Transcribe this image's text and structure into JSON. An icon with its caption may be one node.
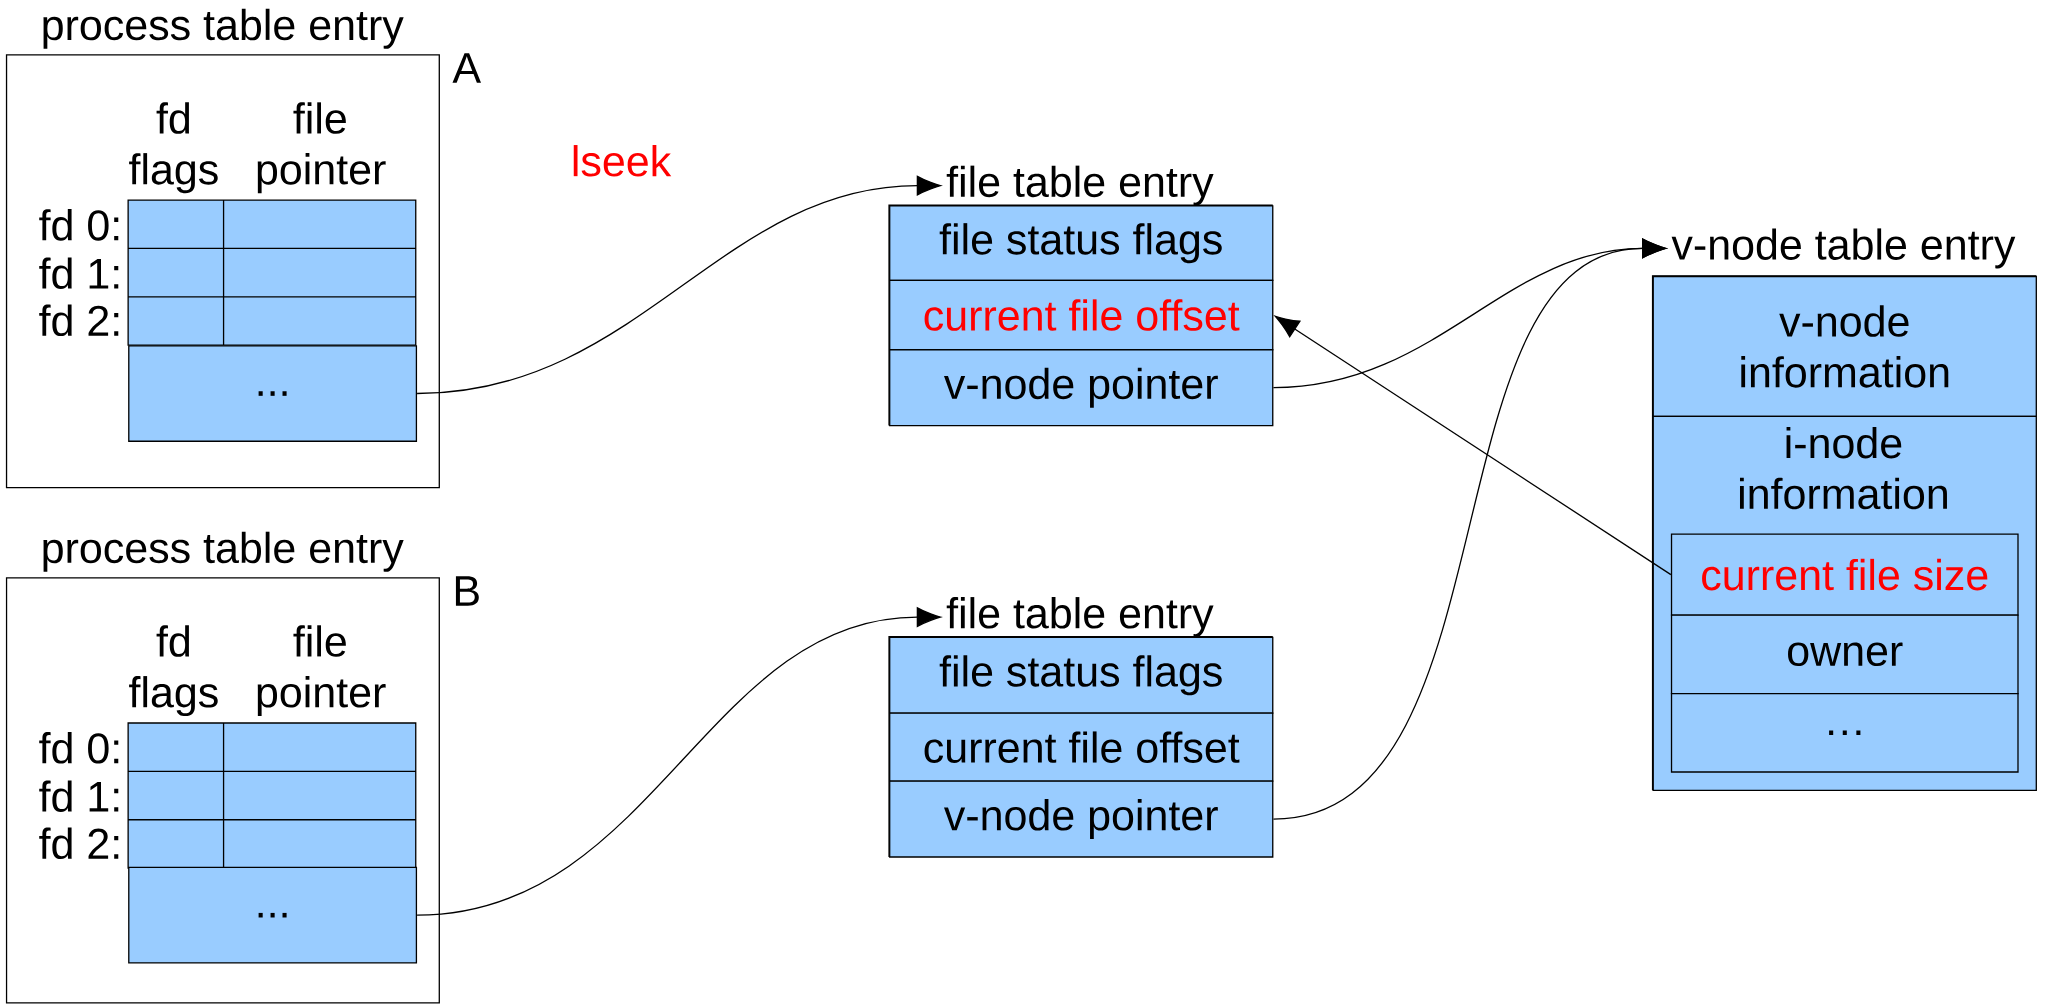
{
  "diagram": {
    "nodes": [
      {
        "text": [
          "process table entry",
          "fd flags",
          "file pointer",
          "fd 0:",
          "fd 1:",
          "fd 2:"
        ],
        "beside": [
          "A"
        ]
      },
      {
        "text": [
          "..."
        ],
        "in": 0
      },
      {
        "text": [
          "file table entry"
        ]
      },
      {
        "text": [
          "file status flags"
        ],
        "in": 2
      },
      {
        "text": [
          "current file offset"
        ],
        "in": 2
      },
      {
        "text": [
          "v-node pointer"
        ],
        "in": 2
      },
      {
        "text": [
          "process table entry",
          "fd flags",
          "file pointer",
          "fd 0:",
          "fd 1:",
          "fd 2:"
        ],
        "beside": [
          "B"
        ]
      },
      {
        "text": [
          "..."
        ],
        "in": 6
      },
      {
        "text": [
          "file table entry"
        ]
      },
      {
        "text": [
          "file status flags"
        ],
        "in": 8
      },
      {
        "text": [
          "current file offset"
        ],
        "in": 8
      },
      {
        "text": [
          "v-node pointer"
        ],
        "in": 8
      },
      {
        "text": [
          "v-node table entry"
        ]
      },
      {
        "text": [
          "v-node information"
        ],
        "in": 12
      },
      {
        "text": [
          "i-node information"
        ],
        "in": 12
      },
      {
        "text": [
          "current file size"
        ],
        "in": 14
      },
      {
        "text": [
          "owner"
        ],
        "in": 14
      },
      {
        "text": [
          "…"
        ],
        "in": 14
      }
    ],
    "edges": [
      {
        "from": 1,
        "to": 2,
        "arrow": "to"
      },
      {
        "from": 7,
        "to": 8,
        "arrow": "to"
      },
      {
        "from": 5,
        "to": 12,
        "arrow": "to"
      },
      {
        "from": 11,
        "to": 12,
        "arrow": "to"
      },
      {
        "from": 15,
        "to": 4,
        "arrow": "to"
      }
    ],
    "labels": [
      "lseek"
    ]
  }
}
